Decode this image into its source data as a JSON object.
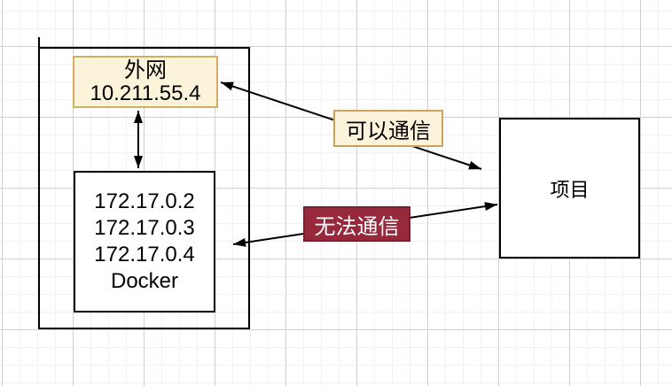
{
  "diagram": {
    "external_network_box": {
      "lines": [
        "外网",
        "10.211.55.4"
      ]
    },
    "docker_box": {
      "lines": [
        "172.17.0.2",
        "172.17.0.3",
        "172.17.0.4",
        "Docker"
      ]
    },
    "project_box": {
      "label": "项目"
    },
    "edges": {
      "can_communicate": {
        "label": "可以通信"
      },
      "cannot_communicate": {
        "label": "无法通信"
      }
    },
    "colors": {
      "background": "#FFFFFF",
      "grid_minor": "#F2F2F2",
      "grid_major": "#D0D0D0",
      "shape_border": "#000000",
      "shape_fill": "#FFFFFF",
      "note_fill": "#FCF3DB",
      "note_border": "#D2AF5E",
      "danger_fill": "#97293C",
      "danger_border": "#7A1F2F",
      "danger_text": "#FFFFFF",
      "arrow": "#000000",
      "text": "#000000"
    }
  }
}
